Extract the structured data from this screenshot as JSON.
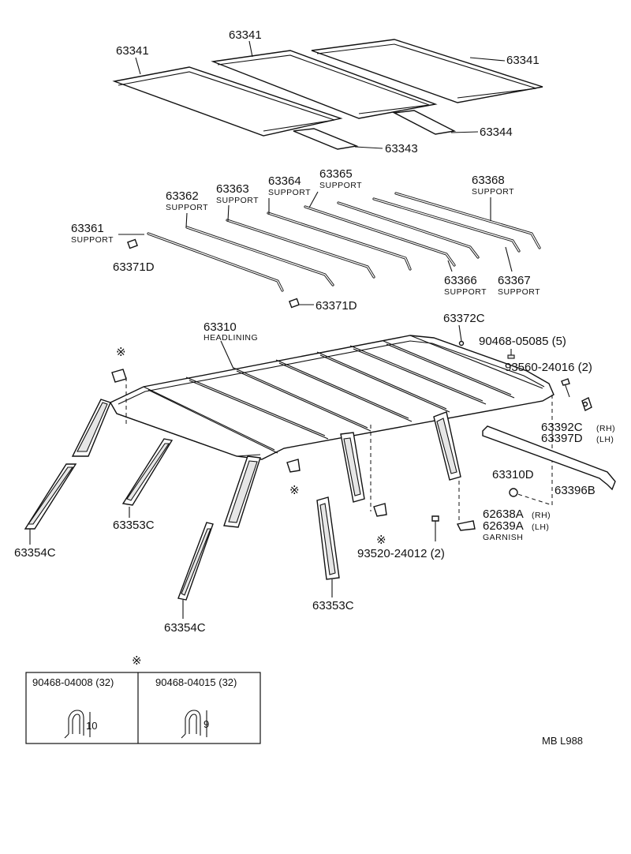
{
  "labels": {
    "p63341_a": "63341",
    "p63341_b": "63341",
    "p63341_c": "63341",
    "p63343": "63343",
    "p63344": "63344",
    "p63361": "63361",
    "p63362": "63362",
    "p63363": "63363",
    "p63364": "63364",
    "p63365": "63365",
    "p63366": "63366",
    "p63367": "63367",
    "p63368": "63368",
    "support": "SUPPORT",
    "p63371D_a": "63371D",
    "p63371D_b": "63371D",
    "p63310": "63310",
    "headlining": "HEADLINING",
    "p63372C": "63372C",
    "p90468_05085": "90468-05085 (5)",
    "p93560_24016": "93560-24016 (2)",
    "p63392C": "63392C",
    "p63397D": "63397D",
    "rh": "(RH)",
    "lh": "(LH)",
    "p63310D": "63310D",
    "p63396B": "63396B",
    "p62638A": "62638A",
    "p62639A": "62639A",
    "rh_short": "(RH)",
    "lh_short": "(LH)",
    "garnish": "GARNISH",
    "p93520_24012": "93520-24012 (2)",
    "p63354C_a": "63354C",
    "p63354C_b": "63354C",
    "p63353C_a": "63353C",
    "p63353C_b": "63353C",
    "asterisk": "※"
  },
  "clip_table": {
    "asterisk": "※",
    "left": {
      "part": "90468-04008 (32)",
      "dim": "10"
    },
    "right": {
      "part": "90468-04015 (32)",
      "dim": "9"
    }
  },
  "footer": {
    "code": "MB  L988"
  }
}
